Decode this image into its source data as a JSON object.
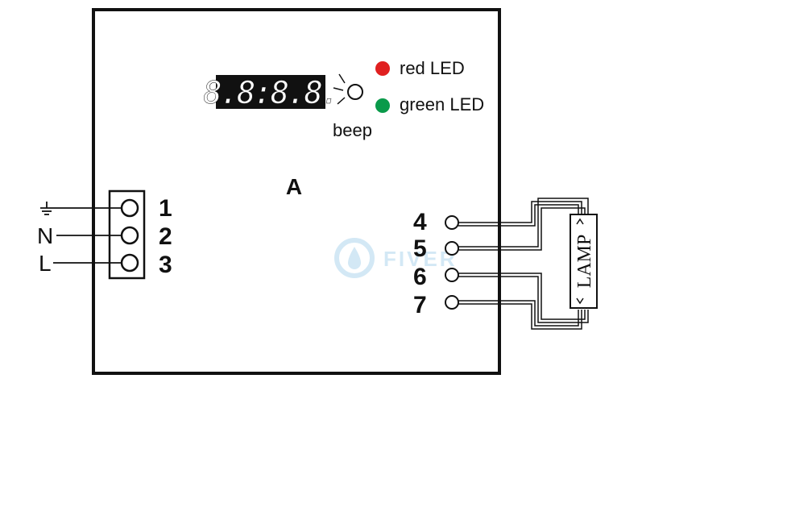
{
  "device": {
    "center_label": "A",
    "display_digits": "8.8:8.8.",
    "beep_label": "beep"
  },
  "leds": [
    {
      "label": "red LED",
      "color": "#e02020"
    },
    {
      "label": "green LED",
      "color": "#0a9a4a"
    }
  ],
  "input_terminals": [
    {
      "number": "1",
      "wire_label": "⏚"
    },
    {
      "number": "2",
      "wire_label": "N"
    },
    {
      "number": "3",
      "wire_label": "L"
    }
  ],
  "output_terminals": [
    {
      "number": "4"
    },
    {
      "number": "5"
    },
    {
      "number": "6"
    },
    {
      "number": "7"
    }
  ],
  "lamp": {
    "label": "LAMP"
  },
  "watermark": {
    "text": "FIVER"
  }
}
